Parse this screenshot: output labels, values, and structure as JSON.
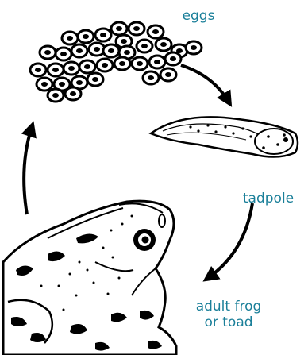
{
  "labels": {
    "eggs": "eggs",
    "tadpole": "tadpole",
    "adult_line1": "adult frog",
    "adult_line2": "or toad"
  },
  "colors": {
    "label": "#1a7f99",
    "ink": "#000000",
    "paper": "#ffffff"
  }
}
